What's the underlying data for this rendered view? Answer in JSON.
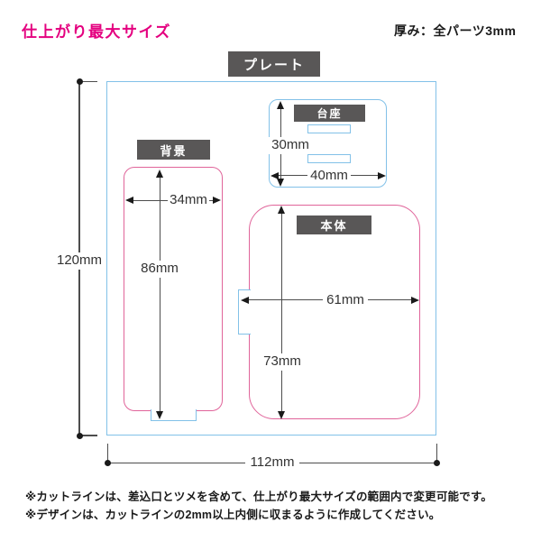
{
  "header": {
    "title": "仕上がり最大サイズ",
    "thickness_note": "厚み：全パーツ3mm",
    "plate_label": "プレート"
  },
  "plate": {
    "width": "112mm",
    "height": "120mm"
  },
  "parts": {
    "background": {
      "label": "背景",
      "width": "34mm",
      "height": "86mm"
    },
    "base": {
      "label": "台座",
      "width": "40mm",
      "height": "30mm"
    },
    "body": {
      "label": "本体",
      "width": "61mm",
      "height": "73mm"
    }
  },
  "notes": {
    "line1": "※カットラインは、差込口とツメを含めて、仕上がり最大サイズの範囲内で変更可能です。",
    "line2": "※デザインは、カットラインの2mm以上内側に収まるように作成してください。"
  },
  "colors": {
    "accent_pink": "#e4007f",
    "cut_line_pink": "#e0649a",
    "cut_line_blue": "#82c1e8",
    "label_box_gray": "#595757",
    "dimension_line": "#4d4d4d"
  }
}
